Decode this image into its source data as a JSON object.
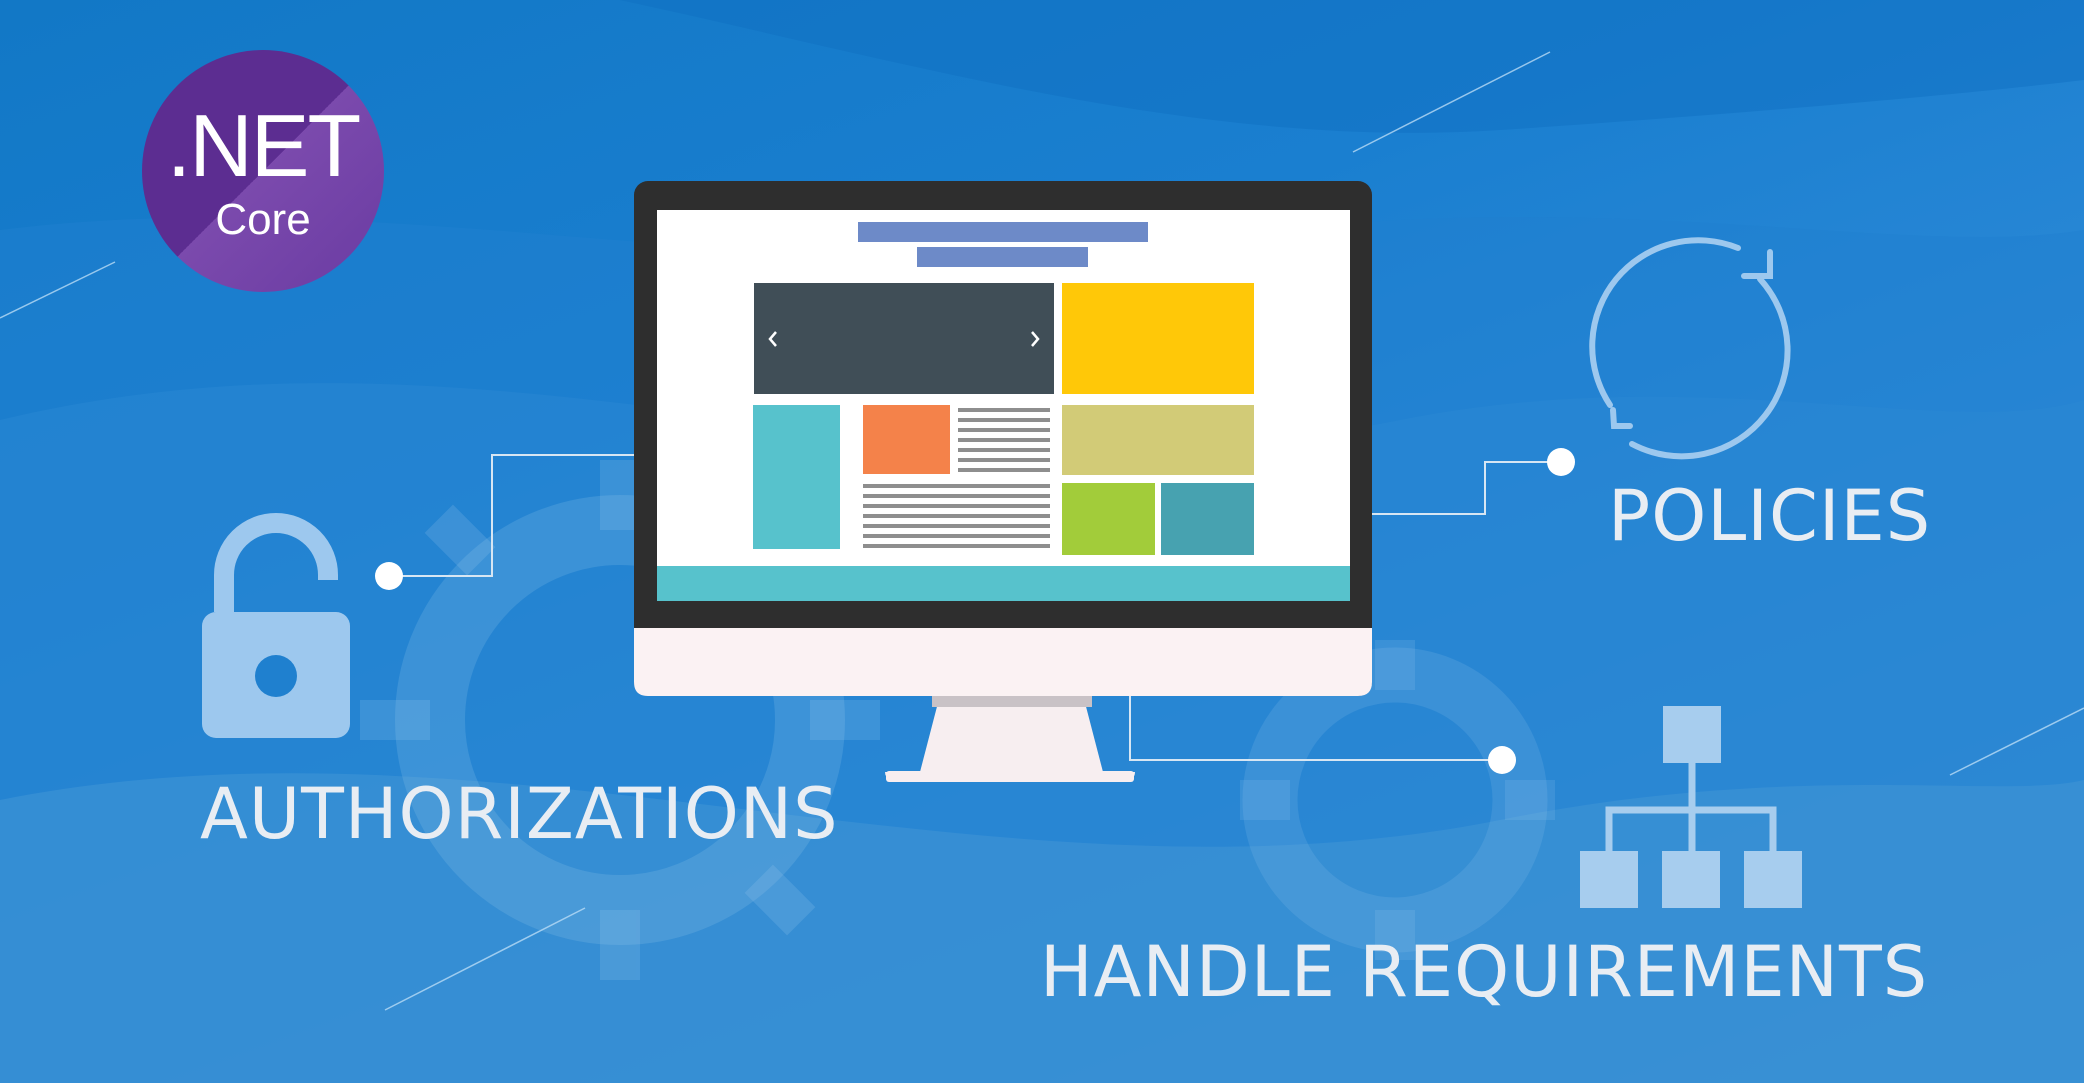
{
  "logo": {
    "main": ".NET",
    "sub": "Core"
  },
  "labels": {
    "authorizations": "AUTHORIZATIONS",
    "policies": "POLICIES",
    "handle_requirements": "HANDLE REQUIREMENTS"
  },
  "icons": {
    "lock": "unlocked-padlock-icon",
    "refresh": "refresh-cycle-icon",
    "hierarchy": "hierarchy-tree-icon",
    "monitor": "desktop-monitor-icon"
  },
  "colors": {
    "background": "#1a7fd0",
    "logo_purple": "#5c2d91",
    "icon_light_blue": "#9dc8ee",
    "label_text": "#e8edf3",
    "monitor_frame": "#2e2e2e",
    "monitor_stand": "#fbf2f3",
    "slider": "#404e57",
    "yellow_block": "#ffc808",
    "teal_block": "#57c2cc",
    "orange_block": "#f4824a",
    "olive_block": "#d2cb77",
    "green_block": "#a2cc3a",
    "dark_teal_block": "#47a2b0",
    "header_bar": "#6d8ac8"
  }
}
